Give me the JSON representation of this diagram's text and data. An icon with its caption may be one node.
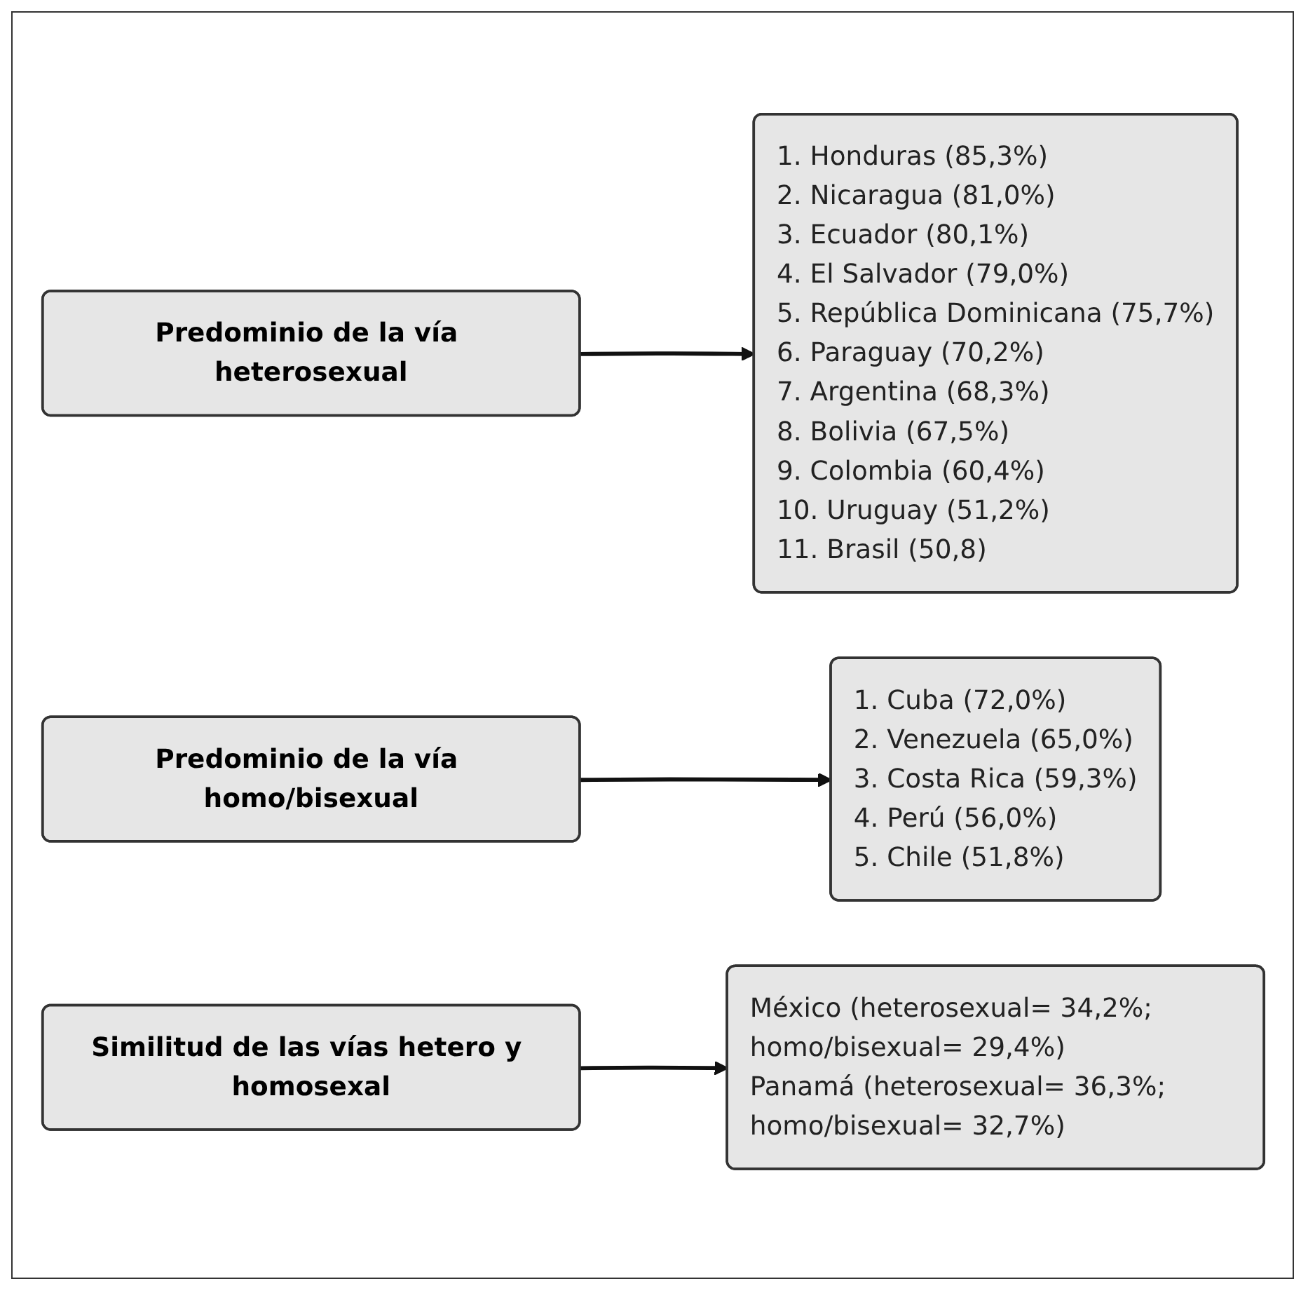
{
  "diagram": {
    "nodes": [
      {
        "text": [
          "Predominio de la vía heterosexual"
        ]
      },
      {
        "text": [
          "1. Honduras (85,3%)",
          "2. Nicaragua (81,0%)",
          "3. Ecuador (80,1%)",
          "4. El Salvador (79,0%)",
          "5. República Dominicana (75,7%)",
          "6. Paraguay (70,2%)",
          "7. Argentina (68,3%)",
          "8. Bolivia (67,5%)",
          "9. Colombia (60,4%)",
          "10. Uruguay (51,2%)",
          "11. Brasil (50,8)"
        ]
      },
      {
        "text": [
          "Predominio de la vía homo/bisexual"
        ]
      },
      {
        "text": [
          "1. Cuba (72,0%)",
          "2. Venezuela (65,0%)",
          "3. Costa Rica (59,3%)",
          "4. Perú (56,0%)",
          "5. Chile (51,8%)"
        ]
      },
      {
        "text": [
          "Similitud de las vías hetero y homosexal"
        ]
      },
      {
        "text": [
          "México (heterosexual= 34,2%; homo/bisexual= 29,4%)",
          "Panamá (heterosexual= 36,3%; homo/bisexual= 32,7%)"
        ]
      }
    ],
    "edges": [
      {
        "from": 0,
        "to": 1,
        "arrow": "to"
      },
      {
        "from": 2,
        "to": 3,
        "arrow": "to"
      },
      {
        "from": 4,
        "to": 5,
        "arrow": "to"
      }
    ]
  }
}
